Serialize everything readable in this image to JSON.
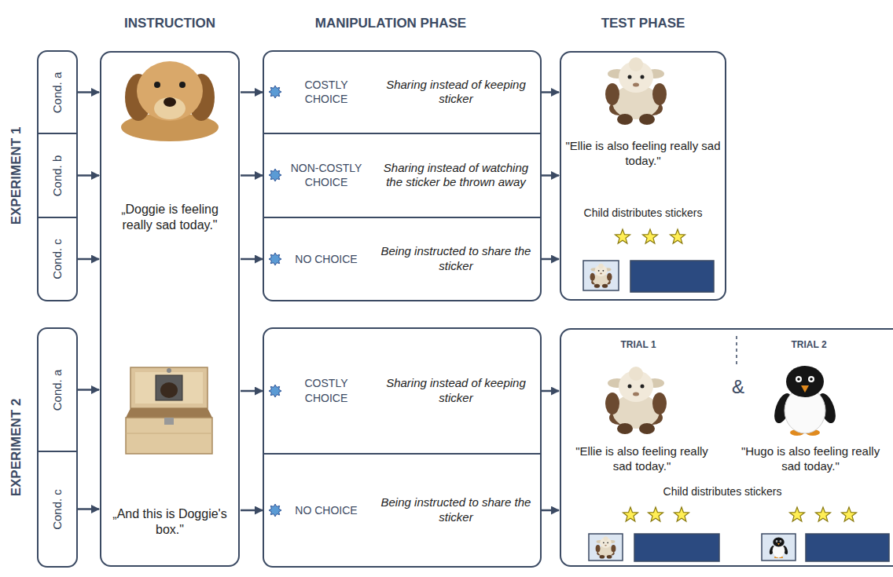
{
  "diagram": {
    "nodes": [
      {
        "text": [
          "Cond. a"
        ]
      },
      {
        "text": [
          "Cond. b"
        ]
      },
      {
        "text": [
          "Cond. c"
        ]
      },
      {
        "text": [
          "Cond. a"
        ]
      },
      {
        "text": [
          "Cond. c"
        ]
      },
      {
        "text": [
          "„Doggie is feeling really sad today.\"",
          "„And this is Doggie's box.\""
        ]
      },
      {
        "text": [
          "COSTLY CHOICE",
          "Sharing instead of keeping sticker"
        ]
      },
      {
        "text": [
          "NON-COSTLY CHOICE",
          "Sharing instead of watching the sticker be thrown away"
        ]
      },
      {
        "text": [
          "NO CHOICE",
          "Being instructed to share the sticker"
        ]
      },
      {
        "text": [
          "COSTLY CHOICE",
          "Sharing instead of keeping sticker"
        ]
      },
      {
        "text": [
          "NO CHOICE",
          "Being instructed to share the sticker"
        ]
      },
      {
        "text": [
          "\"Ellie is also feeling really sad today.\"",
          "Child distributes stickers"
        ]
      },
      {
        "text": [
          "TRIAL 1",
          "TRIAL 2",
          "&",
          "\"Ellie is also feeling really sad today.\"",
          "\"Hugo is also feeling really sad today.\"",
          "Child distributes stickers"
        ]
      }
    ],
    "edges": [
      {
        "from": 0,
        "to": 5,
        "arrow": "to"
      },
      {
        "from": 1,
        "to": 5,
        "arrow": "to"
      },
      {
        "from": 2,
        "to": 5,
        "arrow": "to"
      },
      {
        "from": 3,
        "to": 5,
        "arrow": "to"
      },
      {
        "from": 4,
        "to": 5,
        "arrow": "to"
      },
      {
        "from": 5,
        "to": 6,
        "arrow": "to"
      },
      {
        "from": 5,
        "to": 7,
        "arrow": "to"
      },
      {
        "from": 5,
        "to": 8,
        "arrow": "to"
      },
      {
        "from": 5,
        "to": 9,
        "arrow": "to"
      },
      {
        "from": 5,
        "to": 10,
        "arrow": "to"
      },
      {
        "from": 6,
        "to": 11,
        "arrow": "to"
      },
      {
        "from": 7,
        "to": 11,
        "arrow": "to"
      },
      {
        "from": 8,
        "to": 11,
        "arrow": "to"
      },
      {
        "from": 9,
        "to": 12,
        "arrow": "to"
      },
      {
        "from": 10,
        "to": 12,
        "arrow": "to"
      }
    ],
    "labels": [
      "INSTRUCTION",
      "MANIPULATION PHASE",
      "TEST PHASE",
      "EXPERIMENT 1",
      "EXPERIMENT 2"
    ]
  }
}
